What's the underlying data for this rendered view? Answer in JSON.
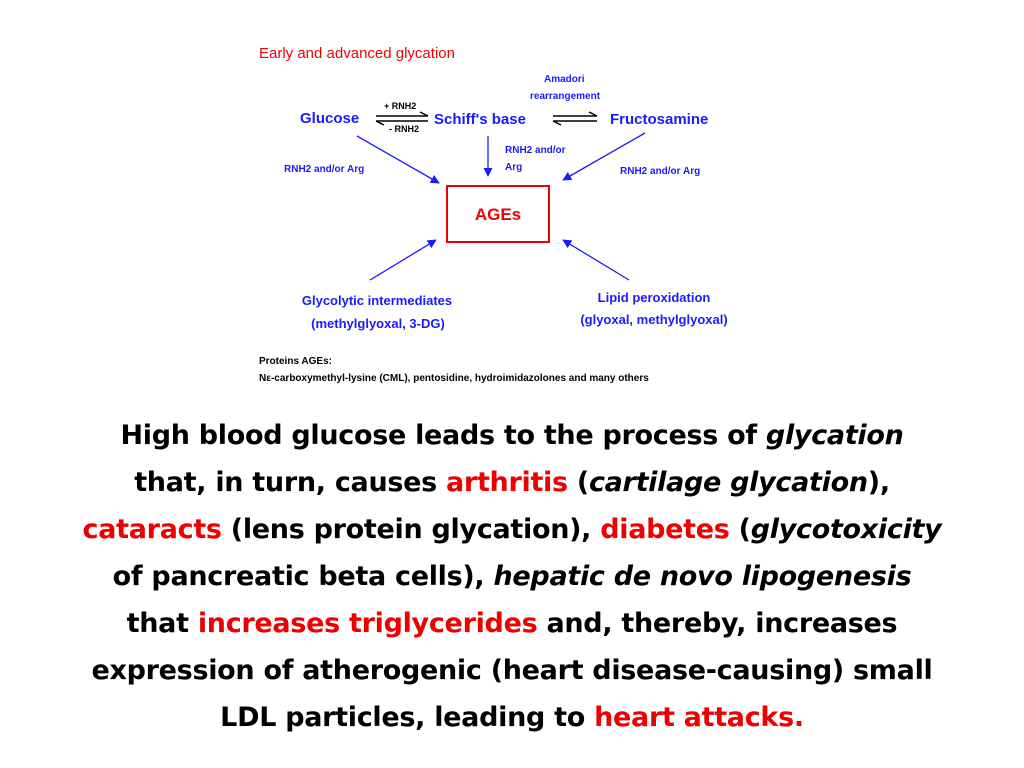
{
  "diagram": {
    "title": "Early and advanced glycation",
    "nodes": {
      "glucose": "Glucose",
      "schiffs_base": "Schiff's base",
      "fructosamine": "Fructosamine",
      "ages": "AGEs",
      "glycolytic": "Glycolytic intermediates",
      "glycolytic_detail": "(methylglyoxal, 3-DG)",
      "lipid": "Lipid peroxidation",
      "lipid_detail": "(glyoxal, methylglyoxal)"
    },
    "labels": {
      "amadori_line1": "Amadori",
      "amadori_line2": "rearrangement",
      "plus_rnh2": "+ RNH2",
      "minus_rnh2": "- RNH2",
      "rnh2_left": "RNH2 and/or Arg",
      "rnh2_center_line1": "RNH2 and/or",
      "rnh2_center_line2": "Arg",
      "rnh2_right": "RNH2 and/or Arg"
    },
    "footnote": {
      "line1": "Proteins AGEs:",
      "line2": "Nε-carboxymethyl-lysine (CML), pentosidine, hydroimidazolones and many others"
    },
    "colors": {
      "blue": "#1a1aff",
      "red": "#ee0000",
      "black": "#000000"
    }
  },
  "caption": {
    "s1": "High blood glucose leads to the process of ",
    "s2": "glycation",
    "s3": "that, in turn, causes ",
    "s4": "arthritis",
    "s5": " (",
    "s6": "cartilage glycation",
    "s7": "),",
    "s8": "cataracts",
    "s9": " (lens protein glycation), ",
    "s10": "diabetes",
    "s11": " (",
    "s12": "glycotoxicity",
    "s13": "of pancreatic beta cells), ",
    "s14": "hepatic de novo lipogenesis",
    "s15": "that ",
    "s16": "increases triglycerides",
    "s17": " and, thereby, increases",
    "s18": "expression of atherogenic (heart disease-causing) small",
    "s19": "LDL particles, leading to ",
    "s20": "heart attacks."
  }
}
